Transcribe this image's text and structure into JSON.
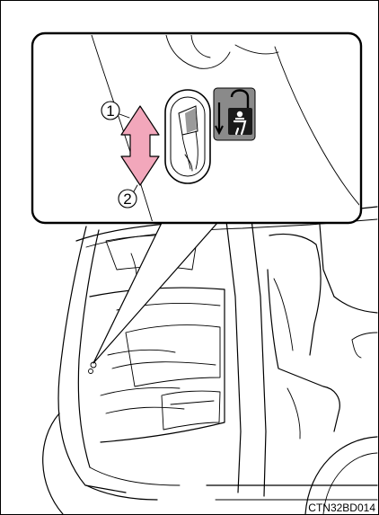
{
  "figure": {
    "code": "CTN32BD014",
    "callouts": [
      {
        "number": "1",
        "glyph": "①"
      },
      {
        "number": "2",
        "glyph": "②"
      }
    ],
    "arrow_color": "#f2a7bb"
  }
}
